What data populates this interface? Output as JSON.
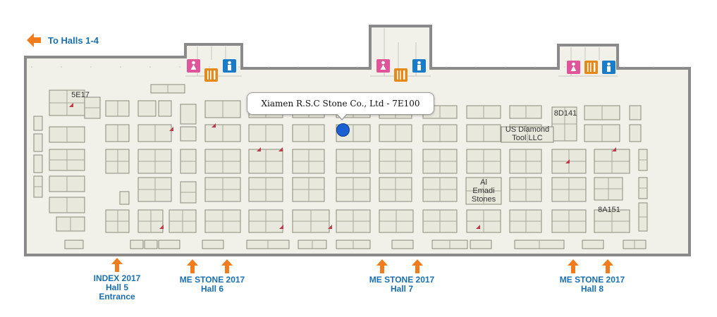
{
  "nav": {
    "halls_link": "To Halls 1-4"
  },
  "tooltip": {
    "text": "Xiamen R.S.C Stone Co., Ltd - 7E100"
  },
  "booth_labels": {
    "b5e17": "5E17",
    "b8d141": "8D141",
    "us_diamond_1": "US Diamond",
    "us_diamond_2": "Tool LLC",
    "al_emadi_1": "Al",
    "al_emadi_2": "Emadi",
    "al_emadi_3": "Stones",
    "b8a151": "8A151"
  },
  "entrances": [
    {
      "line1": "INDEX 2017",
      "line2": "Hall 5",
      "line3": "Entrance"
    },
    {
      "line1": "ME STONE 2017",
      "line2": "Hall 6"
    },
    {
      "line1": "ME STONE 2017",
      "line2": "Hall 7"
    },
    {
      "line1": "ME STONE 2017",
      "line2": "Hall 8"
    }
  ],
  "colors": {
    "accent": "#f07c1e",
    "link": "#1a6fb0",
    "wall": "#8a8a8a",
    "floor": "#f1f1ea",
    "booth": "#e8e8dc",
    "pin": "#1b5fd1"
  },
  "icons": [
    "arrow-left-icon",
    "restroom-female-icon",
    "restaurant-icon",
    "restroom-male-icon",
    "location-pin-icon",
    "arrow-up-icon"
  ]
}
